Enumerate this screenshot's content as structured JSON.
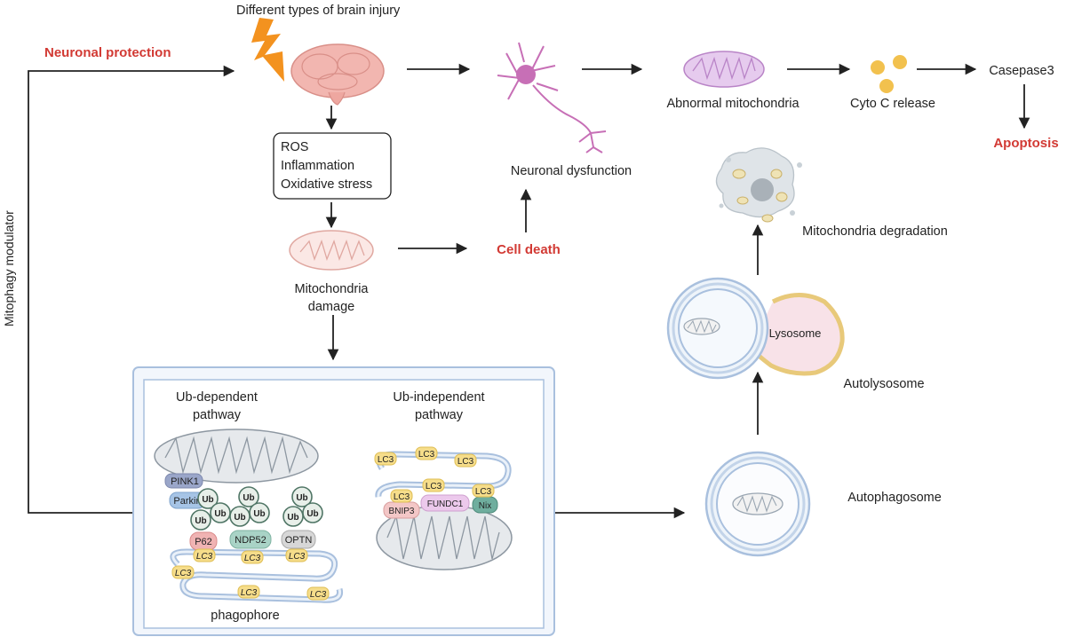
{
  "labels": {
    "brain_injury": "Different types of brain injury",
    "neuronal_protection": "Neuronal protection",
    "mitophagy_modulator": "Mitophagy modulator",
    "ros": "ROS",
    "inflammation": "Inflammation",
    "oxidative_stress": "Oxidative stress",
    "mito_damage_1": "Mitochondria",
    "mito_damage_2": "damage",
    "cell_death": "Cell death",
    "neuronal_dysfunction": "Neuronal dysfunction",
    "abnormal_mito": "Abnormal mitochondria",
    "cytoc": "Cyto C release",
    "casepase3": "Casepase3",
    "apoptosis": "Apoptosis",
    "mito_degradation": "Mitochondria degradation",
    "lysosome": "Lysosome",
    "autolysosome": "Autolysosome",
    "autophagosome": "Autophagosome",
    "ub_dep_1": "Ub-dependent",
    "ub_dep_2": "pathway",
    "ub_indep_1": "Ub-independent",
    "ub_indep_2": "pathway",
    "phagophore": "phagophore",
    "pink1": "PINK1",
    "parkin": "Parkin",
    "ub": "Ub",
    "p62": "P62",
    "ndp52": "NDP52",
    "optn": "OPTN",
    "lc3": "LC3",
    "bnip3": "BNIP3",
    "fundc1": "FUNDC1",
    "nix": "Nix"
  },
  "colors": {
    "red_text": "#d23a34",
    "arrow": "#222222",
    "brain": "#f2b6b0",
    "neuron": "#c76fb6",
    "mito_purple": "#d9b3e3",
    "mito_damage": "#f4d6d2",
    "cyto_c": "#f2c14e",
    "frame": "#a9c0de",
    "membrane": "#9fb8d6",
    "lysosome": "#e8c97a",
    "lc3": "#f6dd8a",
    "ub": "#6f9f8f"
  }
}
